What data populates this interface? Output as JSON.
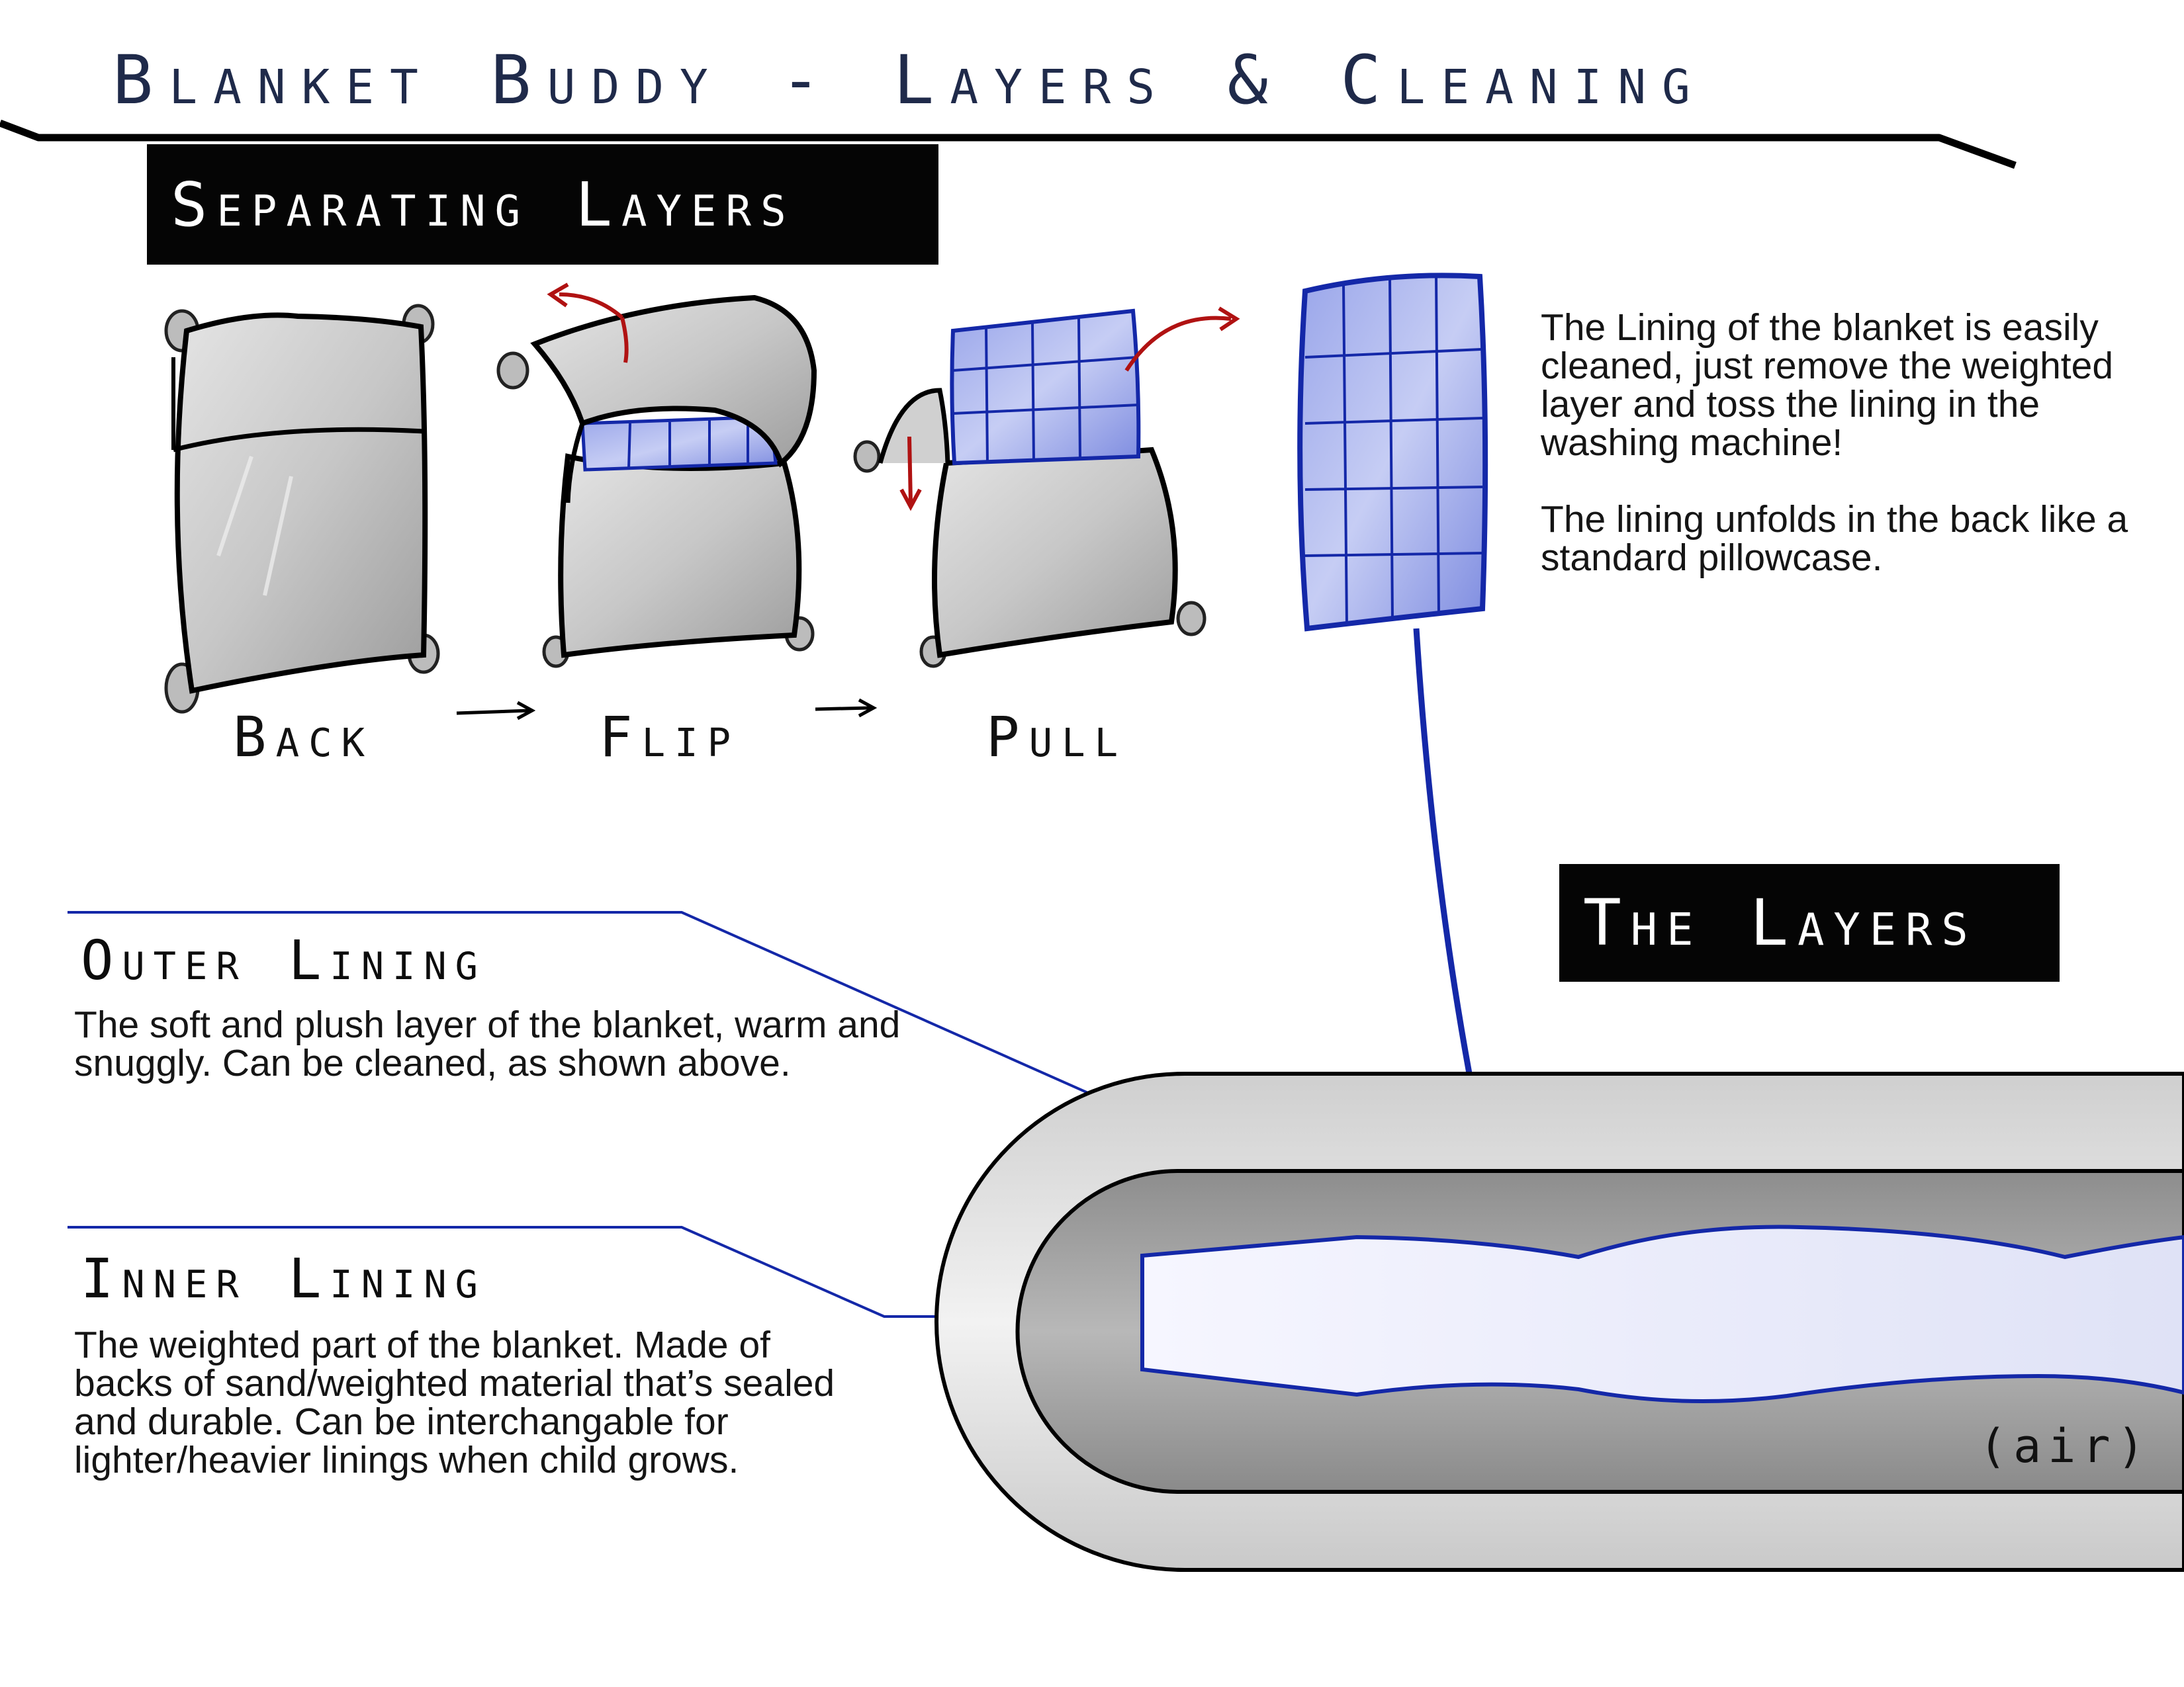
{
  "title": "Blanket Buddy - Layers & Cleaning",
  "section_separating": "Separating Layers",
  "steps": [
    "Back",
    "Flip",
    "Pull"
  ],
  "lining_text": {
    "p1": "The Lining of the blanket is easily cleaned, just remove the weighted layer and toss the lining in the washing machine!",
    "p2": "The lining unfolds in the back like a standard pillowcase."
  },
  "section_layers": "The Layers",
  "outer": {
    "heading": "Outer Lining",
    "description": "The soft and plush layer of the blanket, warm and snuggly. Can be cleaned, as shown above."
  },
  "inner": {
    "heading": "Inner Lining",
    "description": "The weighted part of the blanket. Made of backs of sand/weighted material that’s sealed and durable. Can be interchangable for lighter/heavier linings when child grows."
  },
  "air_label": "(air)",
  "colors": {
    "accent_blue": "#1428a8",
    "arrow_red": "#b01212",
    "grey": "#c8c8c8"
  }
}
